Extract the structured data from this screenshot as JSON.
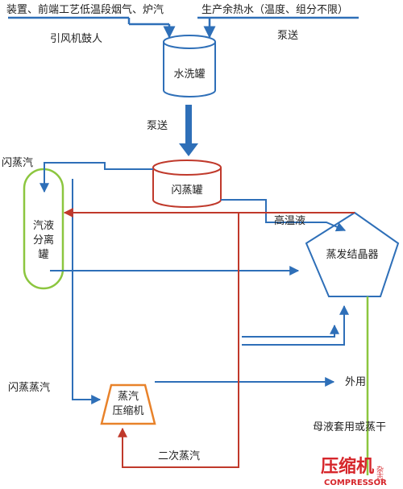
{
  "labels": {
    "source_top_left": "装置、前端工艺低温段烟气、炉汽",
    "source_top_right": "生产余热水（温度、组分不限）",
    "fan_blow": "引风机鼓人",
    "pump_top": "泵送",
    "pump_mid": "泵送",
    "flash_steam_top": "闪蒸汽",
    "high_temp_liquid": "高温液",
    "flash_steam_left": "闪蒸蒸汽",
    "external_use": "外用",
    "mother_liquor": "母液套用或蒸干",
    "secondary_steam": "二次蒸汽"
  },
  "nodes": {
    "water_wash_tank": "水洗罐",
    "flash_tank": "闪蒸罐",
    "separator_line1": "汽液",
    "separator_line2": "分离",
    "separator_line3": "罐",
    "evaporator": "蒸发结晶器",
    "compressor_line1": "蒸汽",
    "compressor_line2": "压缩机"
  },
  "watermark": {
    "brand": "压缩机",
    "sub": "COMPRESSOR",
    "side": "杂志"
  },
  "colors": {
    "blue": "#2e6fb8",
    "red": "#c0392b",
    "green": "#8cc63f",
    "orange": "#e8822a",
    "watermark": "#d6262b"
  }
}
